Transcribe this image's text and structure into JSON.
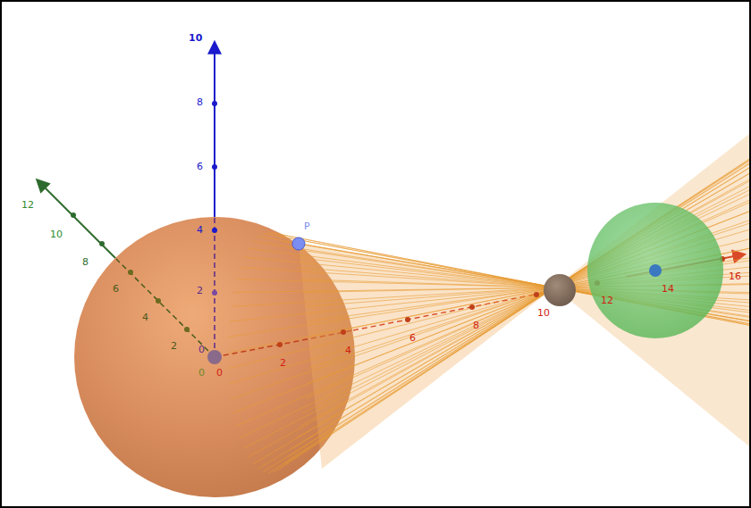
{
  "diagram": {
    "labels": [
      "10",
      "8",
      "6",
      "4",
      "2",
      "0",
      "12",
      "10",
      "8",
      "6",
      "4",
      "2",
      "0",
      "P",
      "0",
      "2",
      "4",
      "6",
      "8",
      "10",
      "12",
      "14",
      "16"
    ]
  }
}
